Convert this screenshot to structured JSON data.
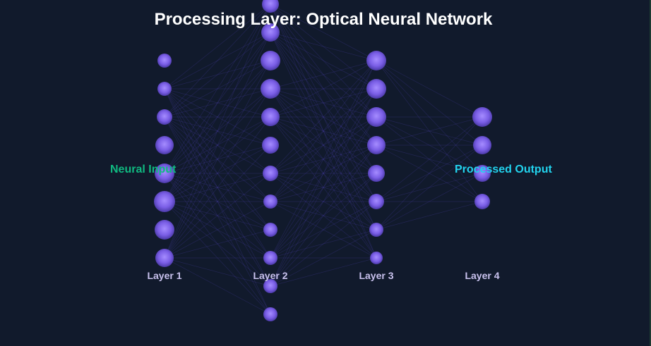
{
  "title": "Processing Layer: Optical Neural Network",
  "colors": {
    "background": "#111a2c",
    "neuron": "#8a6cf0",
    "edge": "#5b4ad6",
    "input_label": "#10b981",
    "output_label": "#22d3ee",
    "layer_label": "#c9c2ee"
  },
  "side_labels": {
    "input": "Neural Input",
    "output": "Processed Output"
  },
  "layers": [
    {
      "label": "Layer 1",
      "neurons": 8
    },
    {
      "label": "Layer 2",
      "neurons": 12
    },
    {
      "label": "Layer 3",
      "neurons": 8
    },
    {
      "label": "Layer 4",
      "neurons": 4
    }
  ]
}
